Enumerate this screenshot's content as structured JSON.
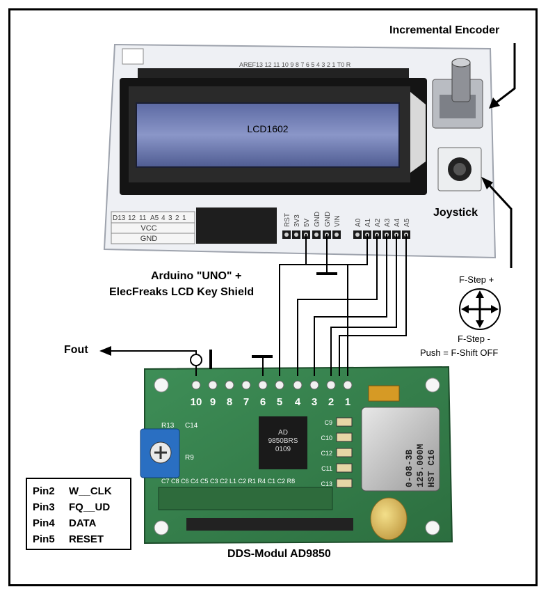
{
  "labels": {
    "encoder": "Incremental Encoder",
    "joystick": "Joystick",
    "lcd": "LCD1602",
    "arduino_line1": "Arduino \"UNO\" +",
    "arduino_line2": "ElecFreaks LCD Key Shield",
    "fstep_plus": "F-Step +",
    "fstep_minus": "F-Step -",
    "push": "Push = F-Shift OFF",
    "fout": "Fout",
    "dds": "DDS-Modul  AD9850"
  },
  "shield_pins": {
    "power": [
      "RST",
      "3V3",
      "5V",
      "GND",
      "GND",
      "VIN"
    ],
    "analog": [
      "A0",
      "A1",
      "A2",
      "A3",
      "A4",
      "A5"
    ],
    "digital_top": "AREF13 12 11 10 9 8   7 6 5 4 3 2 1 T0 R",
    "left_row": [
      "D13",
      "12",
      "11",
      "A5",
      "4",
      "3",
      "2",
      "1"
    ],
    "vcc": "VCC",
    "gnd": "GND"
  },
  "dds_pins": [
    "10",
    "9",
    "8",
    "7",
    "6",
    "5",
    "4",
    "3",
    "2",
    "1"
  ],
  "dds_parts": {
    "chip_lines": [
      "AD",
      "9850BRS",
      "0109"
    ],
    "osc_lines": [
      "0-08-3B",
      "125.000M",
      "HST C16"
    ],
    "caps": [
      "C9",
      "C10",
      "C12",
      "C11",
      "C13"
    ],
    "small": [
      "R9",
      "C14",
      "R13"
    ],
    "bottom_row": "C7 C8  C6 C4 C5 C3 C2 L1 C2 R1 R4 C1  C2 R8"
  },
  "legend": [
    {
      "pin": "Pin2",
      "signal": "W__CLK"
    },
    {
      "pin": "Pin3",
      "signal": "FQ__UD"
    },
    {
      "pin": "Pin4",
      "signal": "DATA"
    },
    {
      "pin": "Pin5",
      "signal": "RESET"
    }
  ]
}
